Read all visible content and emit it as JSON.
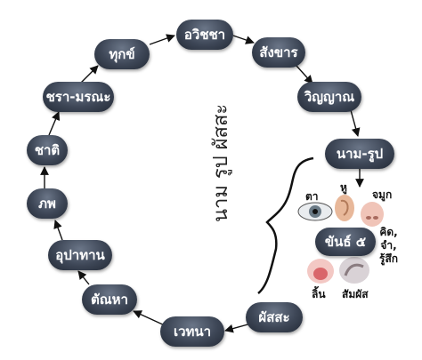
{
  "cycle": {
    "nodes": [
      {
        "id": "avijja",
        "label": "อวิชชา"
      },
      {
        "id": "sankhara",
        "label": "สังขาร"
      },
      {
        "id": "vinnana",
        "label": "วิญญาณ"
      },
      {
        "id": "namarupa",
        "label": "นาม-รูป"
      },
      {
        "id": "phassa",
        "label": "ผัสสะ"
      },
      {
        "id": "vedana",
        "label": "เวทนา"
      },
      {
        "id": "tanha",
        "label": "ตัณหา"
      },
      {
        "id": "upadana",
        "label": "อุปาทาน"
      },
      {
        "id": "bhava",
        "label": "ภพ"
      },
      {
        "id": "jati",
        "label": "ชาติ"
      },
      {
        "id": "jaramarana",
        "label": "ชรา-มรณะ"
      },
      {
        "id": "dukkha",
        "label": "ทุกข์"
      }
    ]
  },
  "annotation": {
    "vertical_text": "นาม รูป ผัสสะ"
  },
  "senses": {
    "khandha_label": "ขันธ์ ๕",
    "eye": "ตา",
    "ear": "หู",
    "nose": "จมูก",
    "mind": "คิด,\nจำ,\nรู้สึก",
    "tongue": "ลิ้น",
    "touch": "สัมผัส"
  },
  "colors": {
    "node_fill": "#3d4656",
    "node_text": "#ffffff",
    "arrow": "#111111"
  }
}
